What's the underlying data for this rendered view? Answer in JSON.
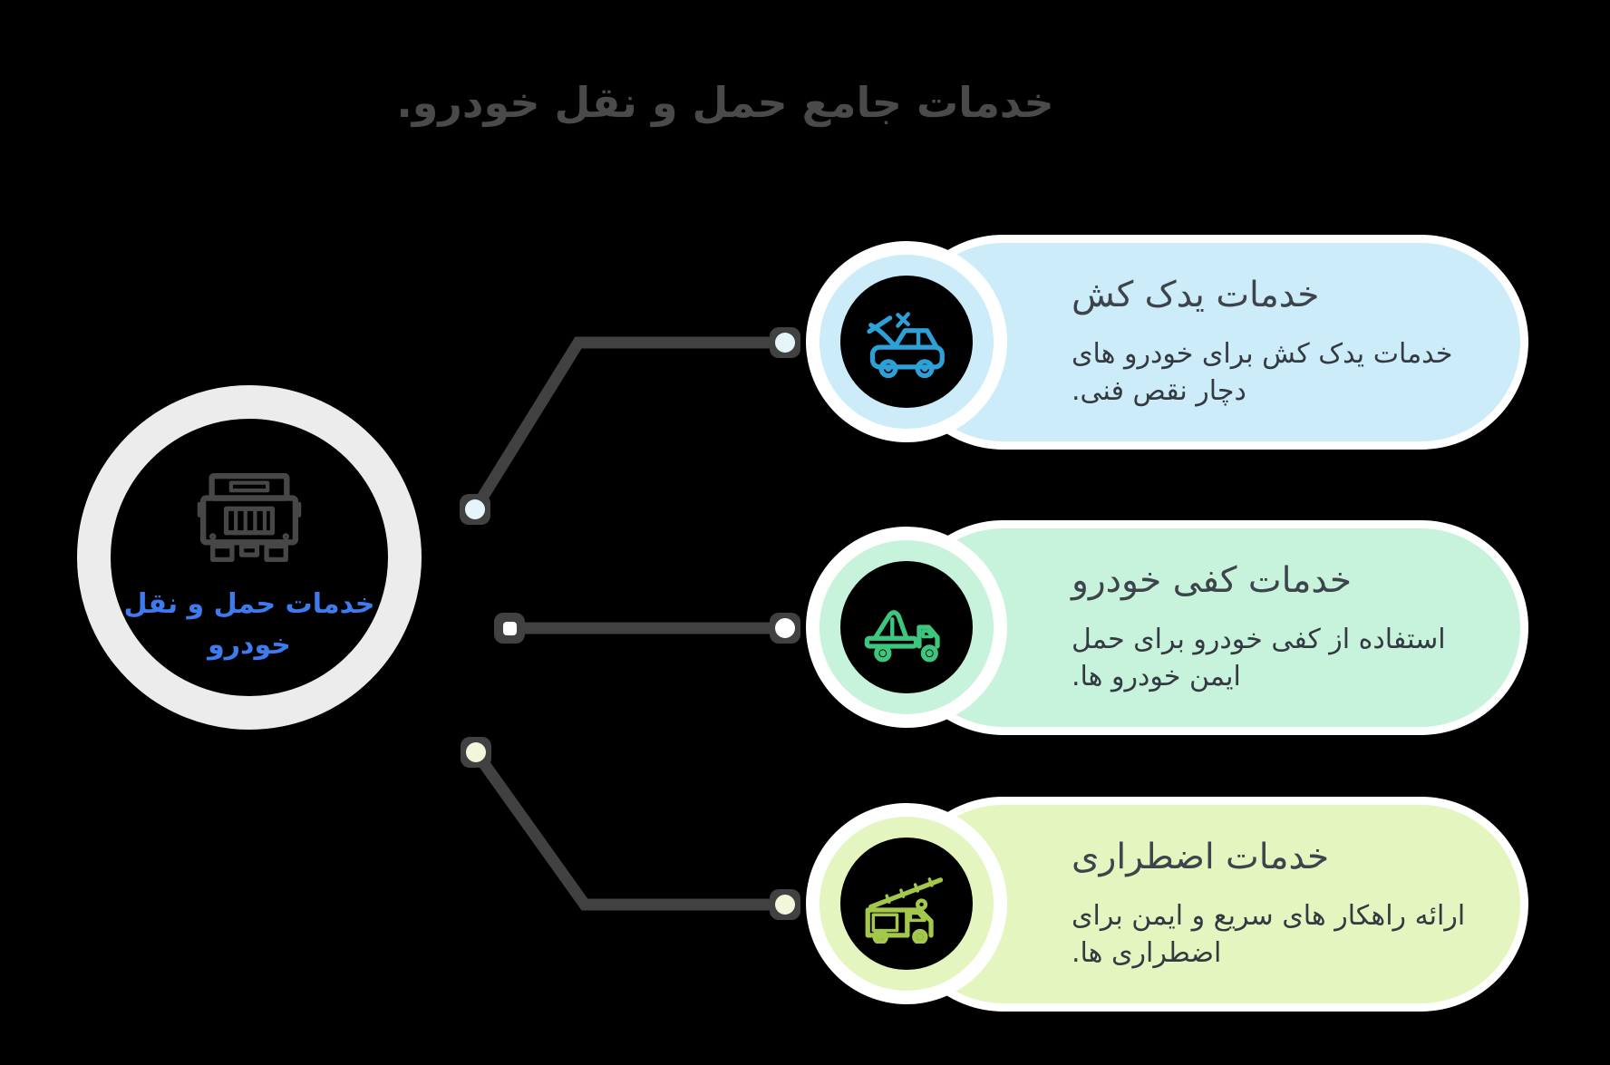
{
  "title": "خدمات جامع حمل و نقل خودرو.",
  "center_node": {
    "icon": "truck-front-icon",
    "label_line1": "خدمات حمل و نقل",
    "label_line2": "خودرو"
  },
  "cards": [
    {
      "title": "خدمات یدک کش",
      "description": "خدمات یدک کش برای خودرو های دچار نقص فنی.",
      "icon": "car-open-hood-icon",
      "bg_color": "#cbecf8",
      "icon_color": "#2da0d8"
    },
    {
      "title": "خدمات کفی خودرو",
      "description": "استفاده از کفی خودرو برای حمل ایمن خودرو ها.",
      "icon": "flatbed-tow-truck-icon",
      "bg_color": "#c7f2db",
      "icon_color": "#3ec57e"
    },
    {
      "title": "خدمات اضطراری",
      "description": "ارائه راهکار های سریع و ایمن برای اضطراری ها.",
      "icon": "ladder-truck-icon",
      "bg_color": "#e4f5c0",
      "icon_color": "#a3c84b"
    }
  ],
  "colors": {
    "background": "#000000",
    "connector": "#414141",
    "center_ring": "#ececec",
    "center_label": "#3d7bee",
    "center_icon": "#474747",
    "heading_text": "#3d444b",
    "body_text": "#343a41",
    "endpoint_blue": "#e6f5fc",
    "endpoint_white": "#ffffff",
    "endpoint_lime": "#f2f7dc"
  }
}
